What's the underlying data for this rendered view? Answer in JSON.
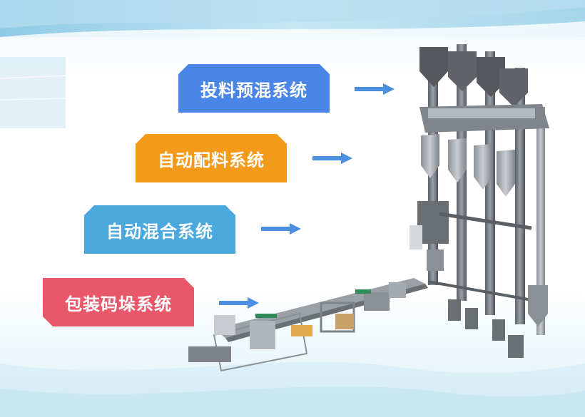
{
  "labels": [
    {
      "text": "投料预混系统",
      "color": "#4a86e8"
    },
    {
      "text": "自动配料系统",
      "color": "#f39a1a"
    },
    {
      "text": "自动混合系统",
      "color": "#4aa8dc"
    },
    {
      "text": "包装码垛系统",
      "color": "#e8586a"
    }
  ],
  "arrow_color": "#4a8fe0"
}
